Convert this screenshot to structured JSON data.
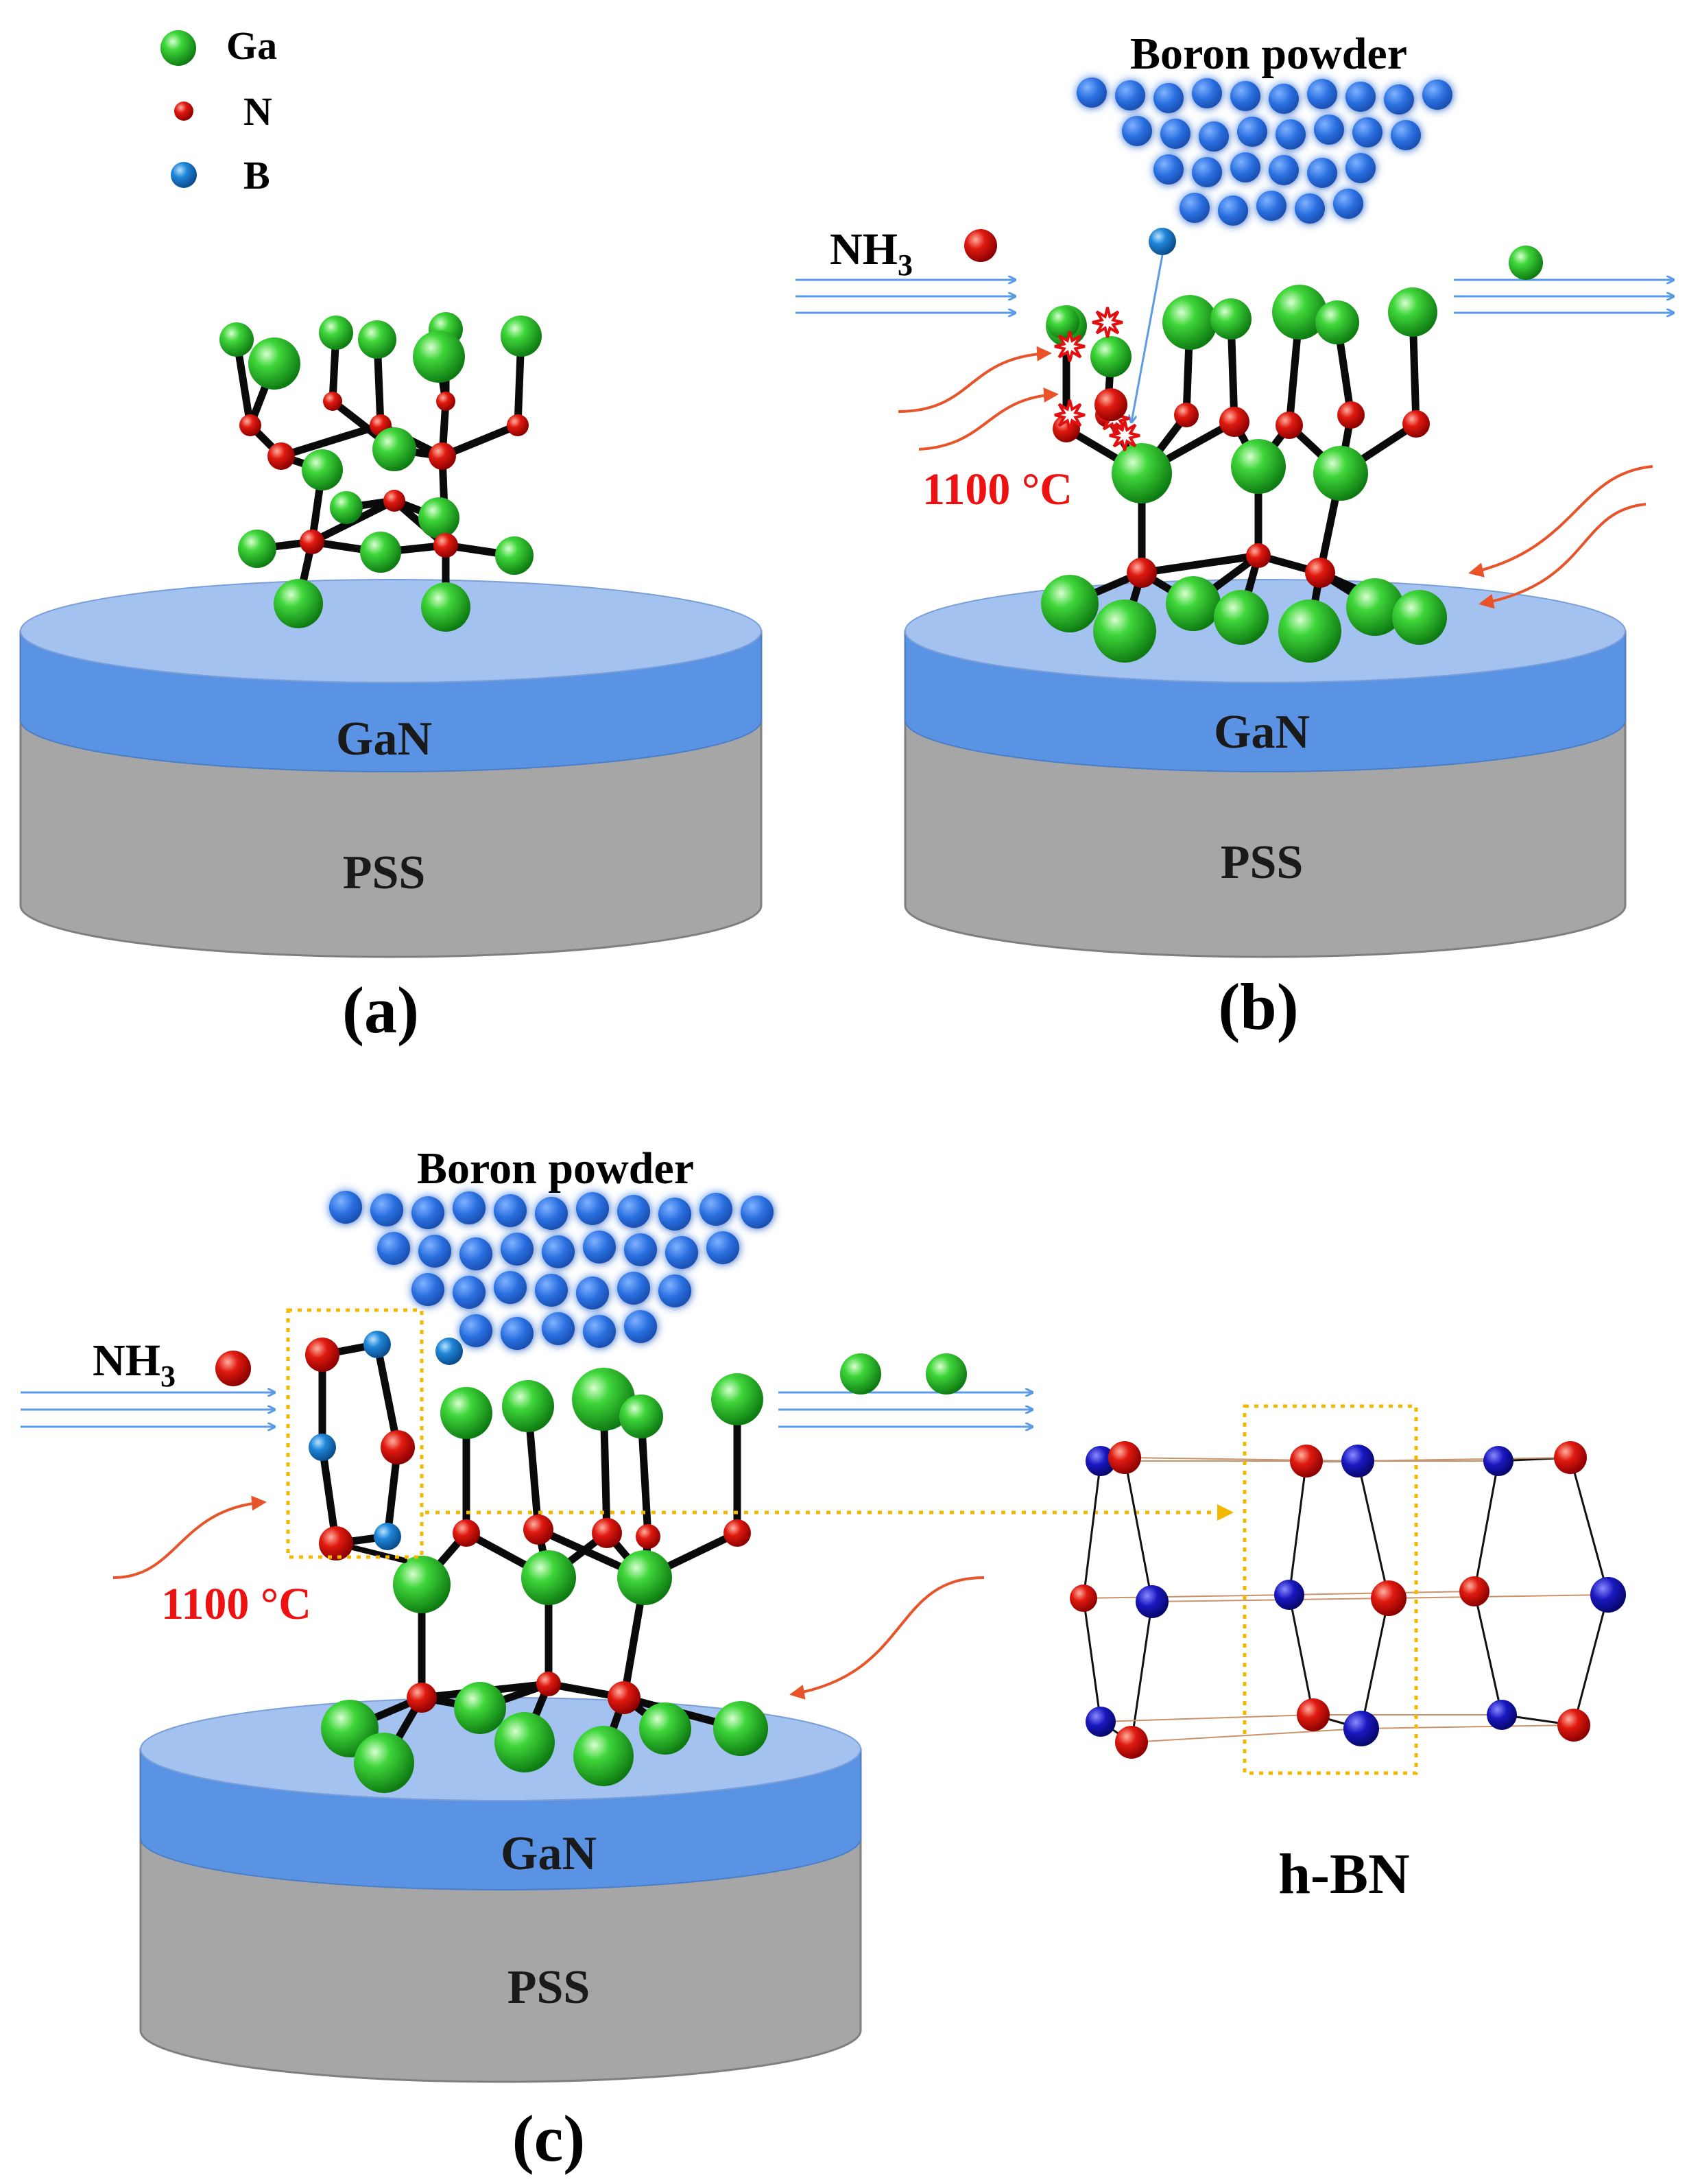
{
  "legend": {
    "items": [
      {
        "symbol": "Ga",
        "color": "#22bb22"
      },
      {
        "symbol": "N",
        "color": "#dd1111"
      },
      {
        "symbol": "B",
        "color": "#1a7fd0"
      }
    ]
  },
  "colors": {
    "ga": "#22bb22",
    "n": "#dd1111",
    "b_powder": "#2a6fe0",
    "b_hbn": "#1a1aaa",
    "gan_top": "#a4c2f0",
    "gan_side": "#5b93e4",
    "pss_side": "#a6a6a6",
    "flow": "#5a9ae8",
    "heat": "#e8532a",
    "temp_text": "#ee1111",
    "dotted_box": "#f5b800"
  },
  "panels": {
    "a": {
      "label": "(a)",
      "layers": {
        "gan": "GaN",
        "pss": "PSS"
      }
    },
    "b": {
      "label": "(b)",
      "layers": {
        "gan": "GaN",
        "pss": "PSS"
      },
      "powder": "Boron powder",
      "gas": "NH",
      "gas_sub": "3",
      "temperature": "1100 °C"
    },
    "c": {
      "label": "(c)",
      "layers": {
        "gan": "GaN",
        "pss": "PSS"
      },
      "powder": "Boron powder",
      "gas": "NH",
      "gas_sub": "3",
      "temperature": "1100 °C",
      "product": "h-BN"
    }
  }
}
